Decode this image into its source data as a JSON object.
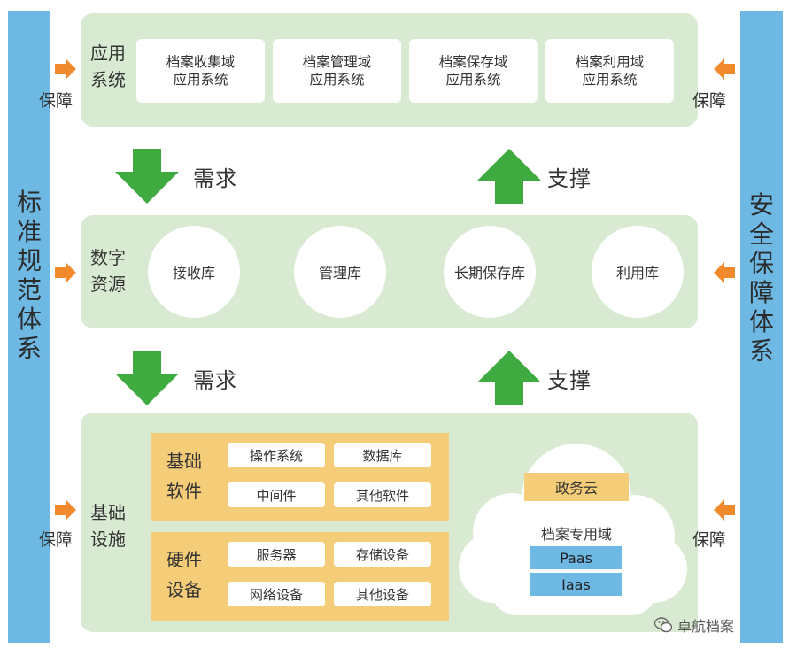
{
  "left_pillar": {
    "label": [
      "标",
      "准",
      "规",
      "范",
      "体",
      "系"
    ]
  },
  "right_pillar": {
    "label": [
      "安",
      "全",
      "保",
      "障",
      "体",
      "系"
    ]
  },
  "app_layer": {
    "label_line1": "应用",
    "label_line2": "系统",
    "systems": [
      {
        "line1": "档案收集域",
        "line2": "应用系统"
      },
      {
        "line1": "档案管理域",
        "line2": "应用系统"
      },
      {
        "line1": "档案保存域",
        "line2": "应用系统"
      },
      {
        "line1": "档案利用域",
        "line2": "应用系统"
      }
    ]
  },
  "guarantee_label": "保障",
  "flows": {
    "demand": "需求",
    "support": "支撑"
  },
  "resource_layer": {
    "label_line1": "数字",
    "label_line2": "资源",
    "repos": [
      "接收库",
      "管理库",
      "长期保存库",
      "利用库"
    ]
  },
  "infra_layer": {
    "label_line1": "基础",
    "label_line2": "设施",
    "software": {
      "label_line1": "基础",
      "label_line2": "软件",
      "items": [
        "操作系统",
        "数据库",
        "中间件",
        "其他软件"
      ]
    },
    "hardware": {
      "label_line1": "硬件",
      "label_line2": "设备",
      "items": [
        "服务器",
        "存储设备",
        "网络设备",
        "其他设备"
      ]
    },
    "cloud": {
      "gov_cloud": "政务云",
      "domain": "档案专用域",
      "paas": "Paas",
      "iaas": "Iaas"
    }
  },
  "watermark": "卓航档案",
  "colors": {
    "pillar": "#6db9e4",
    "layer": "#d8ead2",
    "arrow_green": "#3faa3f",
    "arrow_orange": "#f08a2c",
    "yellow": "#f5cc78"
  }
}
